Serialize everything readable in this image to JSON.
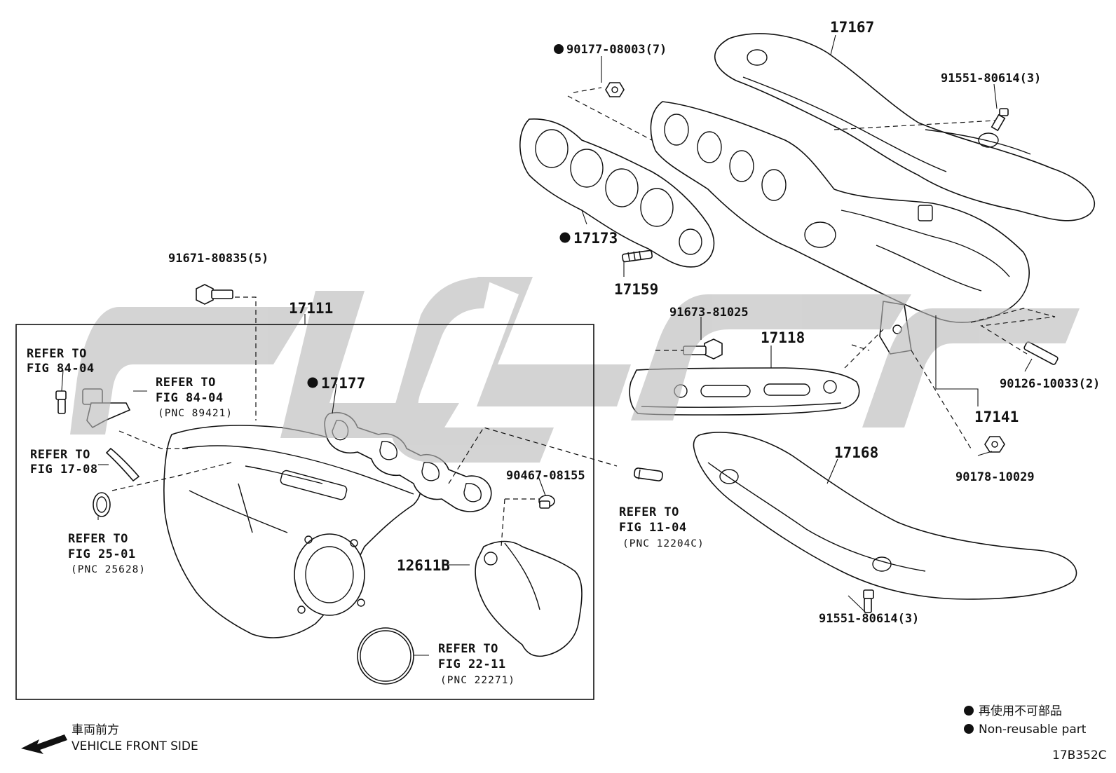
{
  "diagram_code": "17B352C",
  "parts": {
    "p17167": "17167",
    "p90177": "90177-08003(7)",
    "p91551_top": "91551-80614(3)",
    "p17173": "17173",
    "p17159": "17159",
    "p91671": "91671-80835(5)",
    "p17111": "17111",
    "p91673": "91673-81025",
    "p17118": "17118",
    "p90126": "90126-10033(2)",
    "p17141": "17141",
    "p17177": "17177",
    "p90178": "90178-10029",
    "p17168": "17168",
    "p90467": "90467-08155",
    "p12611B": "12611B",
    "p91551_bot": "91551-80614(3)"
  },
  "refs": {
    "r1": {
      "line1": "REFER TO",
      "line2": "FIG 84-04"
    },
    "r2": {
      "line1": "REFER TO",
      "line2": "FIG 84-04",
      "pnc": "(PNC 89421)"
    },
    "r3": {
      "line1": "REFER TO",
      "line2": "FIG 17-08"
    },
    "r4": {
      "line1": "REFER TO",
      "line2": "FIG 25-01",
      "pnc": "(PNC 25628)"
    },
    "r5": {
      "line1": "REFER TO",
      "line2": "FIG 11-04",
      "pnc": "(PNC 12204C)"
    },
    "r6": {
      "line1": "REFER TO",
      "line2": "FIG 22-11",
      "pnc": "(PNC 22271)"
    }
  },
  "legend": {
    "jp": "再使用不可部品",
    "en": "Non-reusable part"
  },
  "direction": {
    "jp": "車両前方",
    "en": "VEHICLE FRONT SIDE"
  },
  "watermark_text": "CLGC",
  "colors": {
    "ink": "#111111",
    "watermark": "#b9b9b9",
    "background": "#ffffff"
  }
}
